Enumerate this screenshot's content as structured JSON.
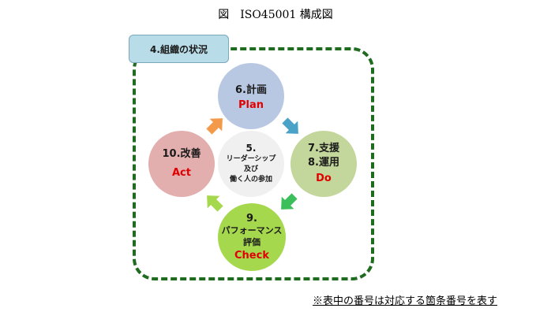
{
  "title": "図　ISO45001 構成図",
  "context_tab": "4.組織の状況",
  "nodes": {
    "plan": {
      "label": "6.計画",
      "phase": "Plan"
    },
    "do": {
      "label1": "7.支援",
      "label2": "8.運用",
      "phase": "Do"
    },
    "check": {
      "num": "9.",
      "label1": "パフォーマンス",
      "label2": "評価",
      "phase": "Check"
    },
    "act": {
      "label": "10.改善",
      "phase": "Act"
    },
    "leadership": {
      "num": "5.",
      "line1": "リーダーシップ",
      "line2": "及び",
      "line3": "働く人の参加"
    }
  },
  "colors": {
    "plan": "#b8c8e3",
    "do": "#c3d69b",
    "check": "#a6d84e",
    "act": "#e2aeae",
    "leadership": "#f0f0f0",
    "dashed_border": "#1f6b1f",
    "phase_text": "#e00000",
    "arrow_plan_do": "#4aa3c7",
    "arrow_do_check": "#3bbf5a",
    "arrow_check_act": "#a6d84e",
    "arrow_act_plan": "#f39a4a"
  },
  "note": "※表中の番号は対応する箇条番号を表す"
}
